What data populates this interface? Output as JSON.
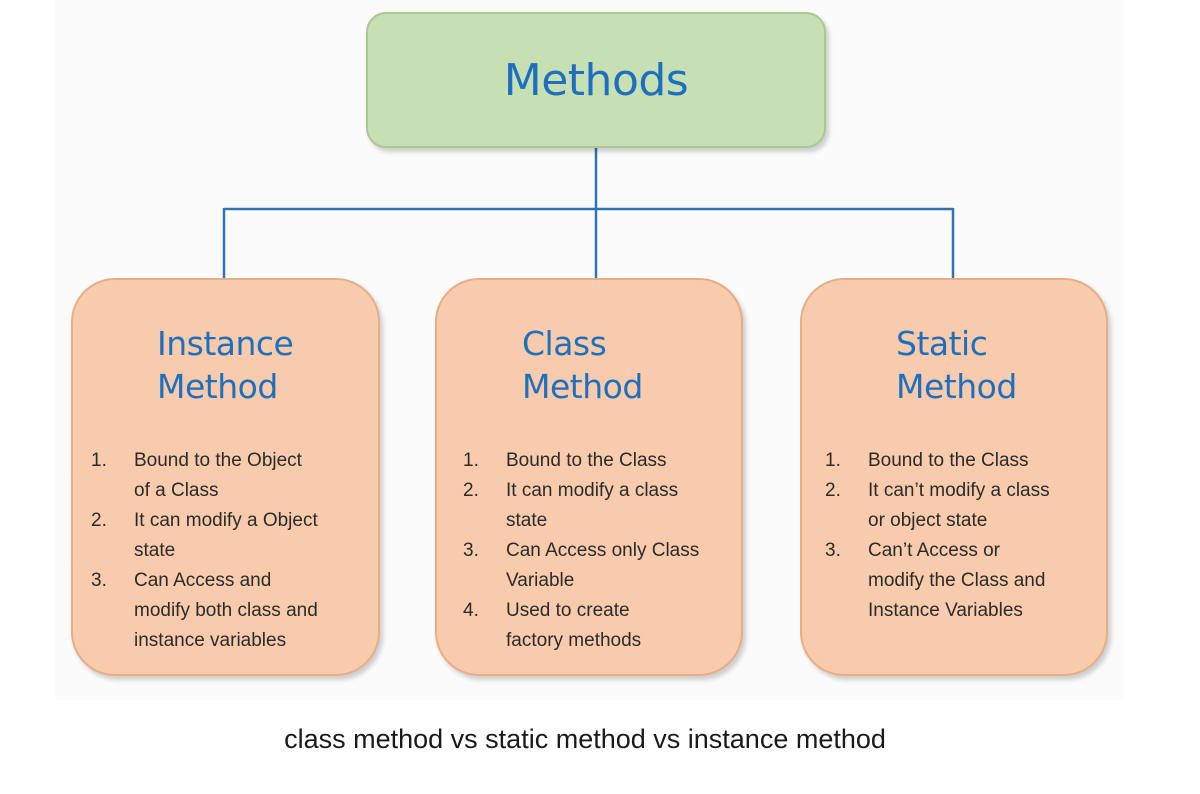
{
  "diagram": {
    "root": {
      "label": "Methods"
    },
    "cards": [
      {
        "title_line1": "Instance",
        "title_line2": "Method",
        "items": [
          {
            "num": "1.",
            "lines": [
              "Bound to the Object",
              "of a Class"
            ]
          },
          {
            "num": "2.",
            "lines": [
              "It can modify a Object",
              "state"
            ]
          },
          {
            "num": "3.",
            "lines": [
              "Can Access and",
              "modify both class and",
              "instance variables"
            ]
          }
        ]
      },
      {
        "title_line1": "Class",
        "title_line2": "Method",
        "items": [
          {
            "num": "1.",
            "lines": [
              "Bound to the Class"
            ]
          },
          {
            "num": "2.",
            "lines": [
              "It can modify a class",
              "state"
            ]
          },
          {
            "num": "3.",
            "lines": [
              "Can Access only Class",
              "Variable"
            ]
          },
          {
            "num": "4.",
            "lines": [
              "Used to create",
              "factory methods"
            ]
          }
        ]
      },
      {
        "title_line1": "Static",
        "title_line2": "Method",
        "items": [
          {
            "num": "1.",
            "lines": [
              "Bound to the Class"
            ]
          },
          {
            "num": "2.",
            "lines": [
              "It can’t modify a class",
              "or object state"
            ]
          },
          {
            "num": "3.",
            "lines": [
              "Can’t Access or",
              "modify the Class and",
              "Instance Variables"
            ]
          }
        ]
      }
    ],
    "colors": {
      "root_fill": "#c6e0b4",
      "card_fill": "#f8cbad",
      "title_text": "#1f6fbf",
      "connector": "#2e75b6"
    }
  },
  "caption": "class method vs static method vs instance method"
}
